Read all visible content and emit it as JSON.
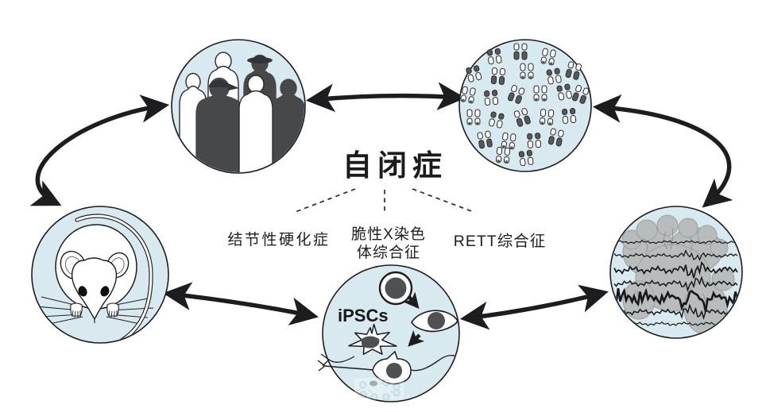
{
  "title": "自闭症",
  "syndromes": {
    "tuberous_sclerosis": "结节性硬化症",
    "fragile_x_line1": "脆性X染色",
    "fragile_x_line2": "体综合征",
    "rett": "RETT综合征"
  },
  "ipsc_label": "iPSCs",
  "colors": {
    "circle_fill": "#d8eaf0",
    "ink": "#1d1d1f",
    "silhouette": "#47484a",
    "cell_nucleus": "#4e5052",
    "brain_gray": "#b9bcbd",
    "background": "#ffffff"
  }
}
